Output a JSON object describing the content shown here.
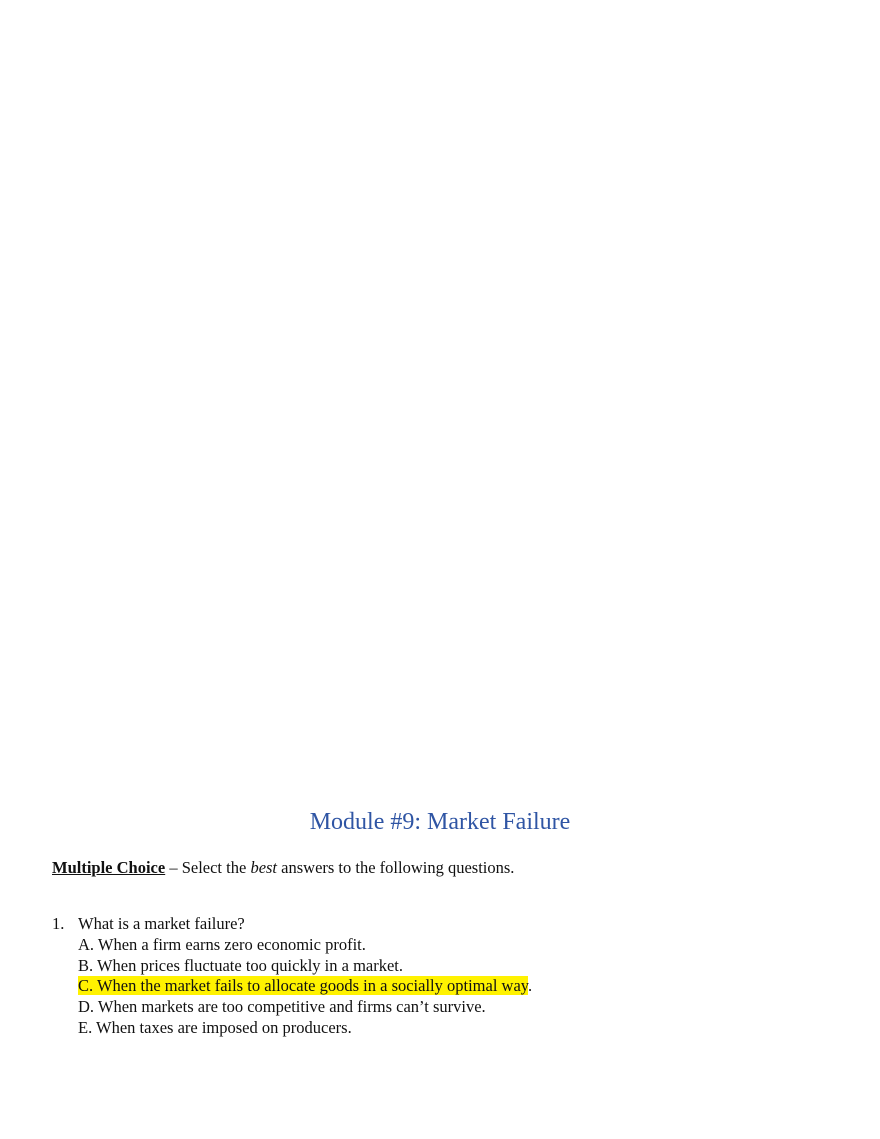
{
  "document": {
    "title": "Module #9: Market Failure",
    "instructions": {
      "heading": "Multiple Choice",
      "dash": " – ",
      "text_before": "Select the ",
      "emphasis": "best",
      "text_after": " answers to the following questions."
    },
    "questions": [
      {
        "number": "1.",
        "text": "What is a market failure?",
        "options": [
          {
            "label": "A. When a firm earns zero economic profit.",
            "highlighted": false
          },
          {
            "label": "B. When prices fluctuate too quickly in a market.",
            "highlighted": false
          },
          {
            "label": "C. When the market fails to allocate goods in a socially optimal way",
            "suffix": ".",
            "highlighted": true
          },
          {
            "label": "D. When markets are too competitive and firms can’t survive.",
            "highlighted": false
          },
          {
            "label": "E. When taxes are imposed on producers.",
            "highlighted": false
          }
        ]
      }
    ],
    "colors": {
      "title": "#2f55a4",
      "highlight": "#fff200",
      "text": "#111111"
    }
  }
}
